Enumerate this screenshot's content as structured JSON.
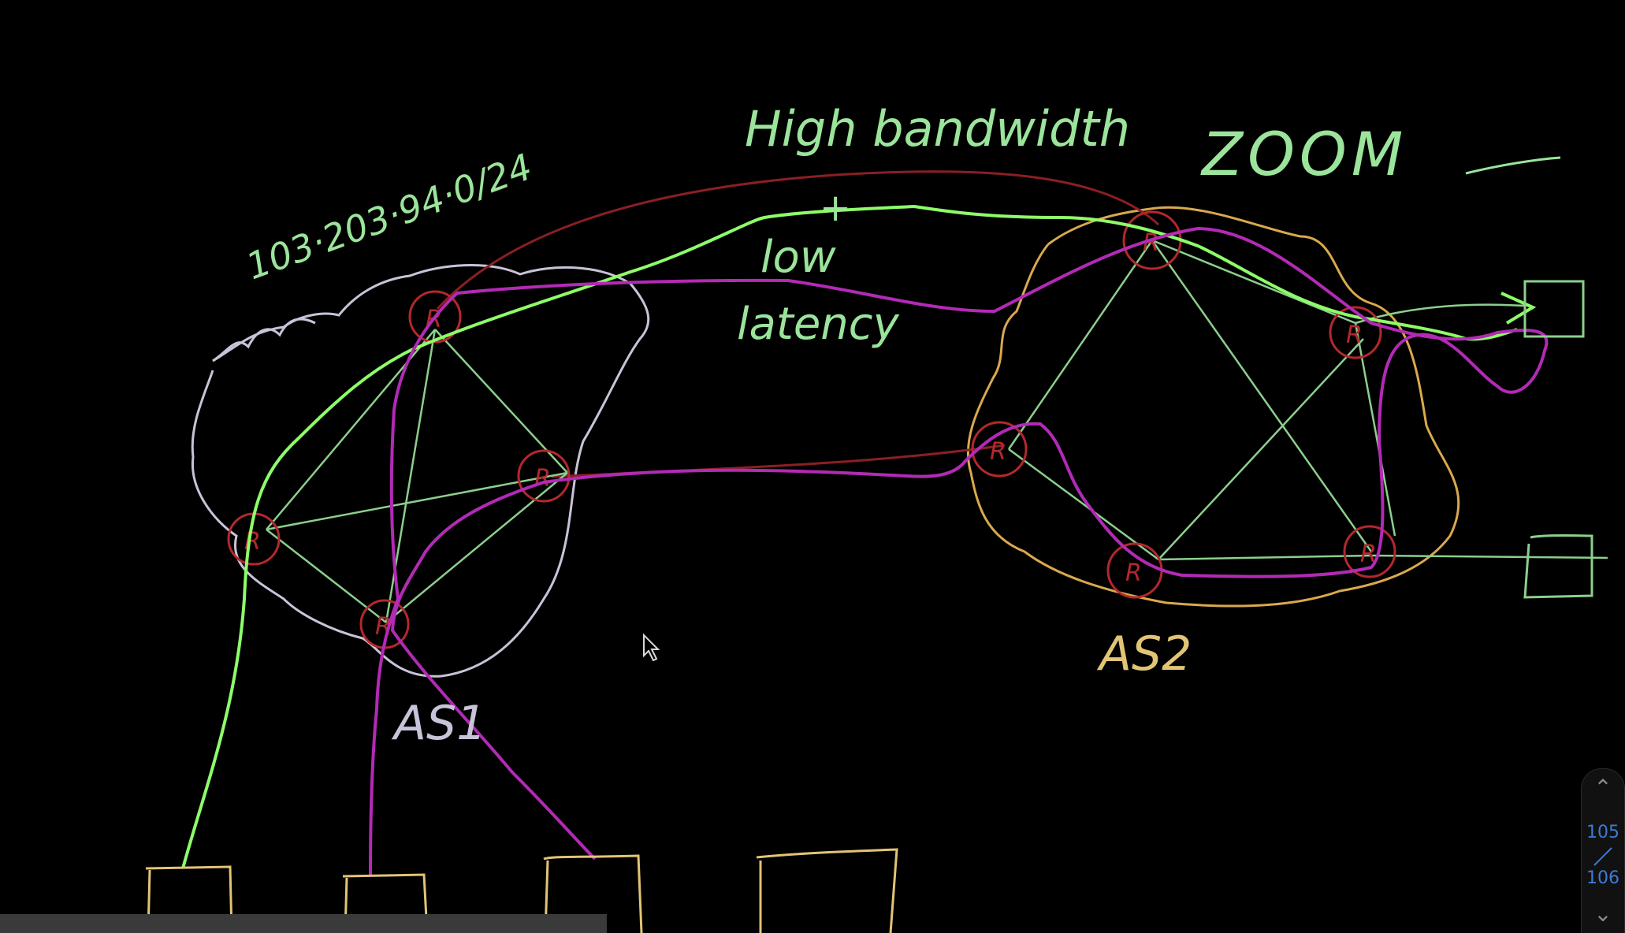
{
  "labels": {
    "prefix": "103·203·94·0/24",
    "high_bandwidth": "High bandwidth",
    "plus": "+",
    "low": "low",
    "latency": "latency",
    "zoom": "ZOOM",
    "as1": "AS1",
    "as2": "AS2",
    "router": "R"
  },
  "pager": {
    "current": "105",
    "total": "106",
    "up_icon": "chevron-up-icon",
    "down_icon": "chevron-down-icon"
  },
  "colors": {
    "background": "#000000",
    "as1_cloud": "#c8c3d8",
    "as2_cloud": "#d9a94e",
    "router_ring": "#b3282d",
    "internal_links": "#8ccf8c",
    "green_path": "#8dfd6a",
    "purple_path": "#b22ab5",
    "red_link": "#8a1f24",
    "text_green": "#9be49b",
    "hosts": "#e2c476",
    "pager_number": "#3d7bd6"
  }
}
